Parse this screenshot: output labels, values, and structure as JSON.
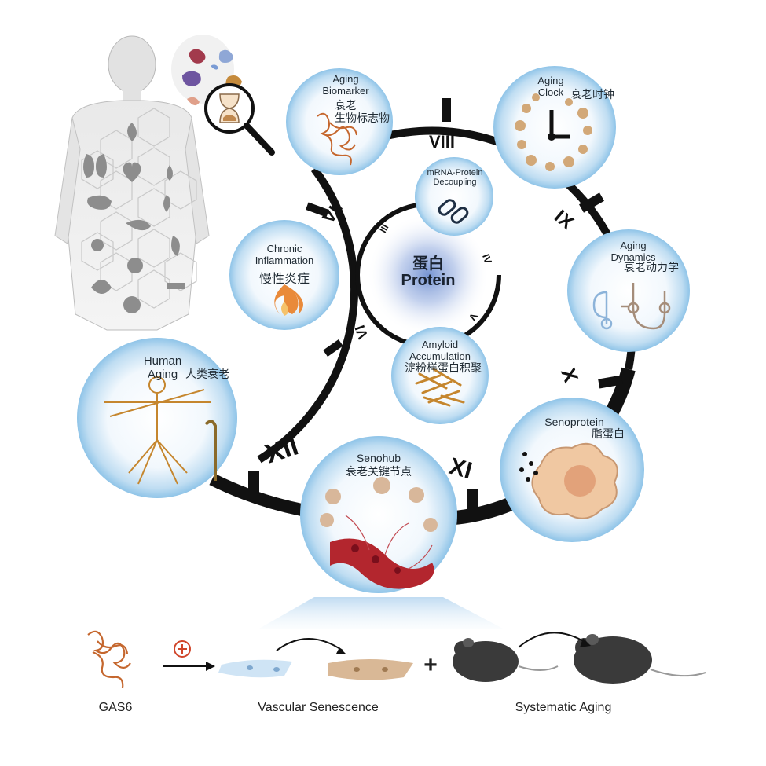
{
  "center": {
    "zh": "蛋白",
    "en": "Protein"
  },
  "nodes": {
    "biomarker": {
      "en": "Aging\nBiomarker",
      "zh": "衰老\n生物标志物"
    },
    "clock": {
      "en": "Aging\nClock",
      "zh": "衰老时钟"
    },
    "decoupling": {
      "en": "mRNA-Protein\nDecoupling"
    },
    "inflammation": {
      "en": "Chronic\nInflammation",
      "zh": "慢性炎症"
    },
    "dynamics": {
      "en": "Aging\nDynamics",
      "zh": "衰老动力学"
    },
    "amyloid": {
      "en": "Amyloid\nAccumulation",
      "zh": "淀粉样蛋白积聚"
    },
    "human": {
      "en": "Human\nAging",
      "zh": "人类衰老"
    },
    "senoprotein": {
      "en": "Senoprotein",
      "zh": "脂蛋白"
    },
    "senohub": {
      "en": "Senohub",
      "zh": "衰老关键节点"
    }
  },
  "outer_numerals": [
    "VII",
    "VIII",
    "IX",
    "X",
    "XI",
    "XII"
  ],
  "inner_numerals": [
    "III",
    "IV",
    "V",
    "VI"
  ],
  "bottom": {
    "gas6": "GAS6",
    "plus_symbol": "+",
    "vascular": "Vascular Senescence",
    "systematic": "Systematic Aging"
  },
  "colors": {
    "bubble_edge": "#8fc4e8",
    "bubble_fill": "#e6f3fc",
    "ring": "#111111",
    "protein_glow": "#7f9fd6",
    "illustration_tan": "#c79a6a",
    "gas6_orange": "#c5672e",
    "plus_circle": "#d0462b",
    "mouse": "#3a3a3a"
  }
}
